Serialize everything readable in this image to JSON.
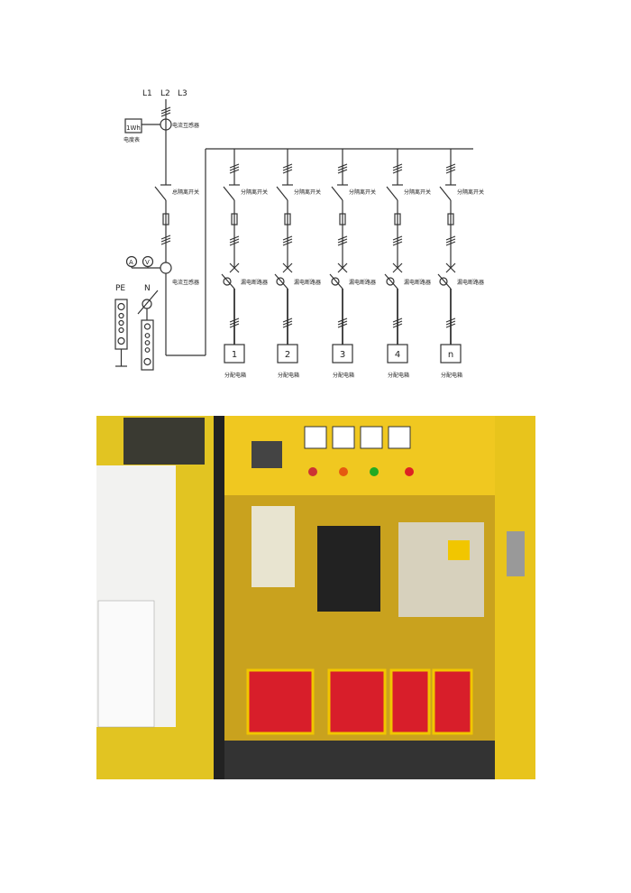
{
  "diagram": {
    "phases": [
      "L1",
      "L2",
      "L3"
    ],
    "meter": {
      "symbol": "1Wh",
      "label": "电度表"
    },
    "ct_top_label": "电流互感器",
    "main_switch_label": "总隔离开关",
    "ct_bottom_label": "电流互感器",
    "ammeter": "A",
    "voltmeter": "V",
    "pe_label": "PE",
    "n_label": "N",
    "branches": [
      {
        "switch": "分隔离开关",
        "breaker": "漏电断路器",
        "box": "1",
        "box_label": "分配电箱"
      },
      {
        "switch": "分隔离开关",
        "breaker": "漏电断路器",
        "box": "2",
        "box_label": "分配电箱"
      },
      {
        "switch": "分隔离开关",
        "breaker": "漏电断路器",
        "box": "3",
        "box_label": "分配电箱"
      },
      {
        "switch": "分隔离开关",
        "breaker": "漏电断路器",
        "box": "4",
        "box_label": "分配电箱"
      },
      {
        "switch": "分隔离开关",
        "breaker": "漏电断路器",
        "box": "n",
        "box_label": "分配电箱"
      }
    ]
  },
  "photo": {
    "colors": {
      "cabinet": "#e8c21a",
      "breaker": "#d81e2a",
      "panel": "#2a2a2a"
    }
  }
}
